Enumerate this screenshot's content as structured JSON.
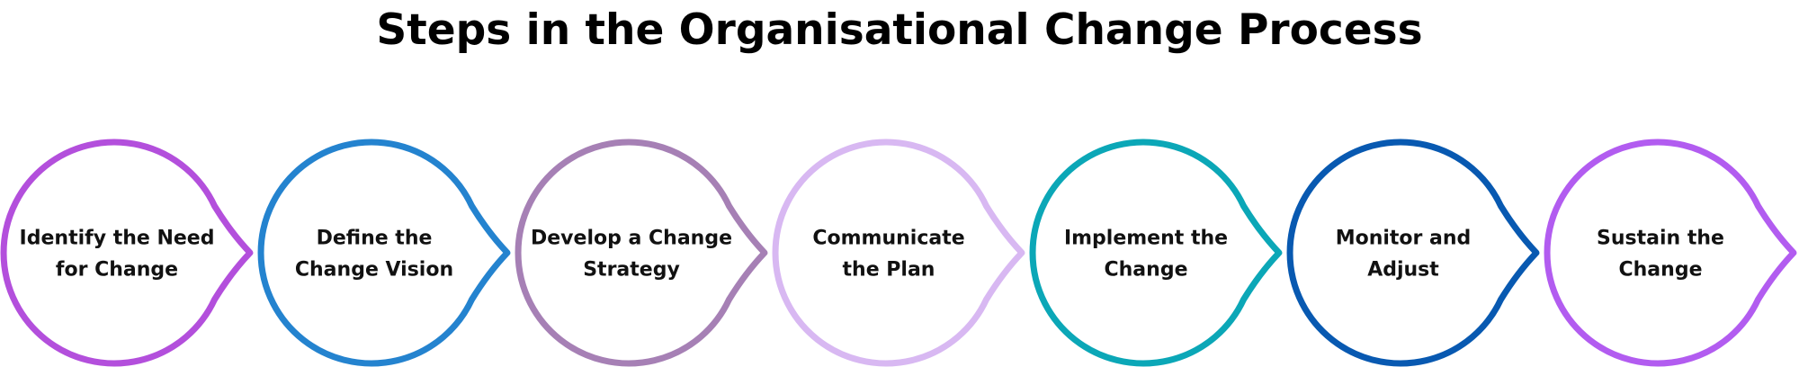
{
  "title": "Steps in the Organisational Change Process",
  "steps": [
    {
      "lines": [
        "Identify the Need",
        "for Change"
      ],
      "color": "#b34fdc"
    },
    {
      "lines": [
        "Define the",
        "Change Vision"
      ],
      "color": "#2483cf"
    },
    {
      "lines": [
        "Develop a Change",
        "Strategy"
      ],
      "color": "#a680b5"
    },
    {
      "lines": [
        "Communicate",
        "the Plan"
      ],
      "color": "#d8b8f2"
    },
    {
      "lines": [
        "Implement the",
        "Change"
      ],
      "color": "#0ba7b7"
    },
    {
      "lines": [
        "Monitor and",
        "Adjust"
      ],
      "color": "#0859b1"
    },
    {
      "lines": [
        "Sustain the",
        "Change"
      ],
      "color": "#b25cf0"
    }
  ]
}
